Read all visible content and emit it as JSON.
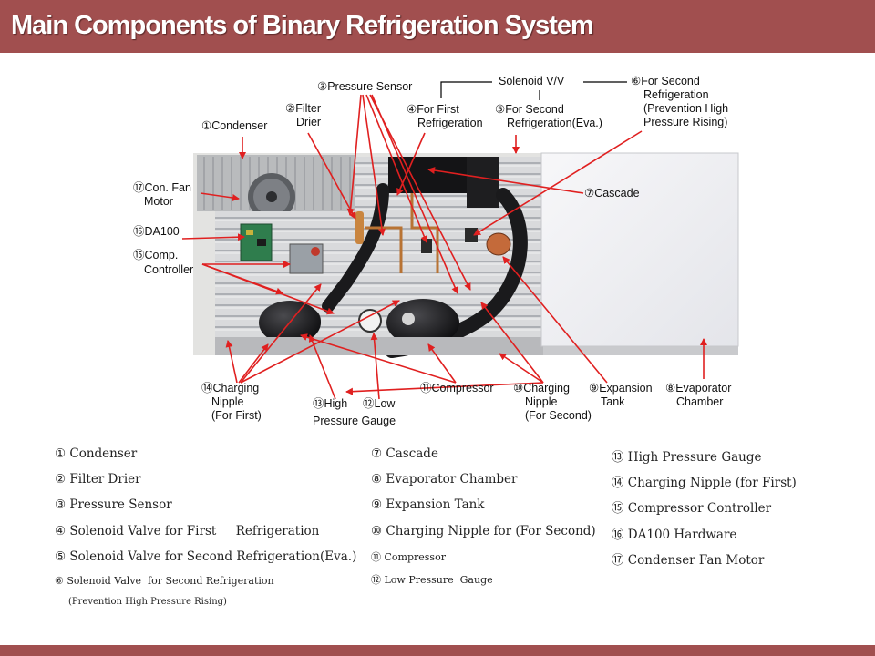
{
  "header": {
    "title": "Main Components of Binary Refrigeration System"
  },
  "labels": {
    "condenser": "①Condenser",
    "filter_drier_1": "②Filter",
    "filter_drier_2": "Drier",
    "pressure_sensor": "③Pressure Sensor",
    "first_refrig_1": "④For First",
    "first_refrig_2": "Refrigeration",
    "solenoid": "Solenoid V/V",
    "second_refrig_1": "⑤For Second",
    "second_refrig_2": "Refrigeration(Eva.)",
    "prevention_1": "⑥For Second",
    "prevention_2": "Refrigeration",
    "prevention_3": "(Prevention High",
    "prevention_4": "Pressure Rising)",
    "cascade": "⑦Cascade",
    "fan_motor_1": "⑰Con. Fan",
    "fan_motor_2": "Motor",
    "da100": "⑯DA100",
    "comp_ctrl_1": "⑮Comp.",
    "comp_ctrl_2": "Controller",
    "nipple_first_1": "⑭Charging",
    "nipple_first_2": "Nipple",
    "nipple_first_3": "(For First)",
    "high_gauge": "⑬High",
    "low_gauge": "⑫Low",
    "pressure_gauge": "Pressure Gauge",
    "compressor": "⑪Compressor",
    "nipple_second_1": "⑩Charging",
    "nipple_second_2": "Nipple",
    "nipple_second_3": "(For Second)",
    "exp_tank_1": "⑨Expansion",
    "exp_tank_2": "Tank",
    "evap_1": "⑧Evaporator",
    "evap_2": "Chamber"
  },
  "legend": {
    "col1": [
      "① Condenser",
      "② Filter Drier",
      "③ Pressure Sensor",
      "④ Solenoid Valve for First     Refrigeration",
      "⑤ Solenoid Valve for Second Refrigeration(Eva.)",
      "⑥ Solenoid Valve  for Second Refrigeration",
      "(Prevention High Pressure Rising)"
    ],
    "col2": [
      "⑦ Cascade",
      "⑧ Evaporator Chamber",
      "⑨ Expansion Tank",
      "⑩ Charging Nipple for (For Second)",
      "⑪ Compressor",
      "⑫ Low Pressure  Gauge"
    ],
    "col3": [
      "⑬ High Pressure Gauge",
      "⑭ Charging Nipple (for First)",
      "⑮ Compressor Controller",
      "⑯ DA100 Hardware",
      "⑰ Condenser Fan Motor"
    ]
  },
  "colors": {
    "accent": "#a14f4f",
    "arrow": "#e02020"
  }
}
